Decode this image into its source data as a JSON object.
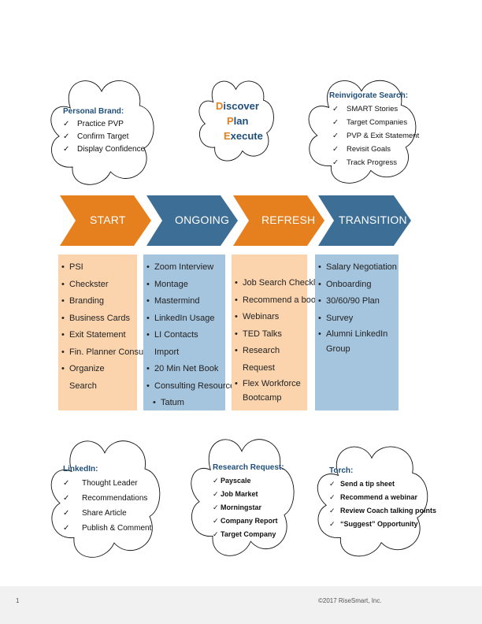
{
  "clouds": {
    "personal_brand": {
      "title": "Personal Brand:",
      "check": "✓",
      "items": [
        "Practice PVP",
        "Confirm Target",
        "Display Confidence"
      ]
    },
    "reinvigorate": {
      "title": "Reinvigorate Search:",
      "check": "✓",
      "items": [
        "SMART Stories",
        "Target Companies",
        "PVP & Exit Statement",
        "Revisit Goals",
        "Track Progress"
      ]
    },
    "linkedin": {
      "title": "LinkedIn:",
      "check": "✓",
      "items": [
        "Thought Leader",
        "Recommendations",
        "Share Article",
        "Publish & Comment"
      ]
    },
    "research": {
      "title": "Research Request:",
      "check": "✓",
      "items": [
        "Payscale",
        "Job Market",
        "Morningstar",
        "Company Report",
        "Target Company"
      ]
    },
    "torch": {
      "title": "Torch:",
      "check": "✓",
      "items": [
        "Send a tip sheet",
        "Recommend a webinar",
        "Review Coach talking points",
        "“Suggest” Opportunity"
      ]
    }
  },
  "discover": {
    "lines": [
      {
        "first": "D",
        "rest": "iscover"
      },
      {
        "first": "P",
        "rest": "lan"
      },
      {
        "first": "E",
        "rest": "xecute"
      }
    ]
  },
  "stages": [
    {
      "label": "START",
      "color": "#e6801f"
    },
    {
      "label": "ONGOING",
      "color": "#3d6f96"
    },
    {
      "label": "REFRESH",
      "color": "#e6801f"
    },
    {
      "label": "TRANSITION",
      "color": "#3d6f96"
    }
  ],
  "columns": {
    "start": [
      "PSI",
      "Checkster",
      "Branding",
      "Business Cards",
      "Exit Statement",
      "Fin. Planner Consult",
      "Organize Search"
    ],
    "ongoing": [
      "Zoom Interview",
      "Montage",
      "Mastermind",
      "LinkedIn Usage",
      "LI Contacts Import",
      "20 Min Net Book",
      "Consulting Resources"
    ],
    "ongoing_sub": [
      "Tatum"
    ],
    "refresh": [
      "Job Search Checklist",
      "Recommend a book",
      "Webinars",
      "TED Talks",
      "Research Request",
      "Flex Workforce Bootcamp"
    ],
    "transition": [
      "Salary Negotiation",
      "Onboarding",
      "30/60/90 Plan",
      "Survey",
      "Alumni LinkedIn Group"
    ]
  },
  "footer": {
    "page_number": "1",
    "copyright": "©2017 RiseSmart, Inc."
  },
  "colors": {
    "orange": "#e6801f",
    "blue": "#3d6f96",
    "light_orange": "#fbd4ae",
    "light_blue": "#a5c4de",
    "title_blue": "#1f4e79"
  }
}
